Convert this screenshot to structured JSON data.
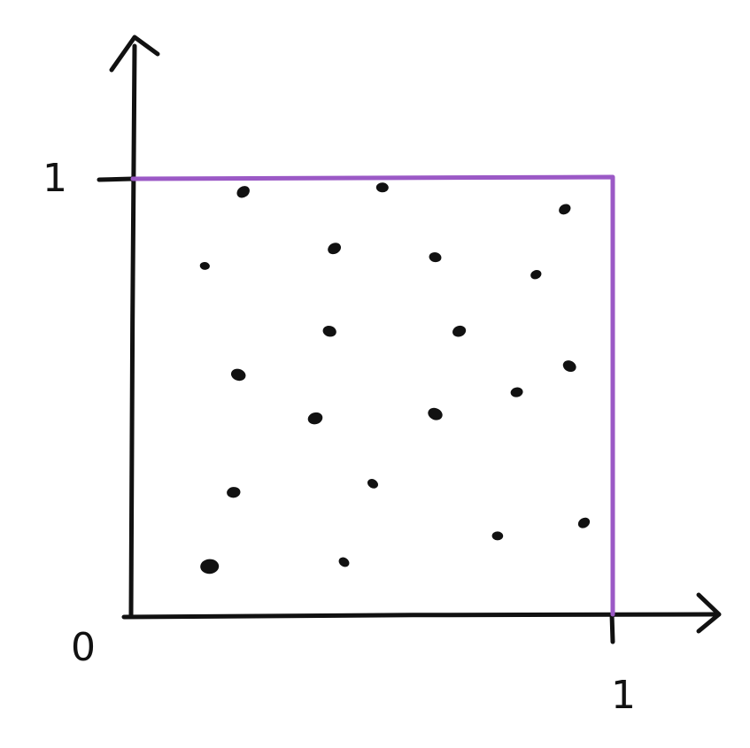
{
  "chart_data": {
    "type": "scatter",
    "title": "",
    "xlabel": "",
    "ylabel": "",
    "xlim": [
      0,
      1
    ],
    "ylim": [
      0,
      1
    ],
    "grid": false,
    "legend": "none",
    "x_tick_labels": {
      "origin": "0",
      "end": "1"
    },
    "y_tick_labels": {
      "end": "1"
    },
    "boundary_color": "#9b59c6",
    "axis_color": "#111111",
    "point_color": "#111111",
    "series": [
      {
        "x": [
          0.23,
          0.52,
          0.9,
          0.15,
          0.42,
          0.63,
          0.84,
          0.41,
          0.68,
          0.22,
          0.38,
          0.63,
          0.8,
          0.91,
          0.21,
          0.5,
          0.16,
          0.44,
          0.76,
          0.94
        ],
        "y": [
          0.97,
          0.98,
          0.93,
          0.8,
          0.84,
          0.82,
          0.78,
          0.65,
          0.65,
          0.55,
          0.45,
          0.46,
          0.51,
          0.57,
          0.28,
          0.3,
          0.11,
          0.12,
          0.18,
          0.21
        ],
        "sizes": [
          1.1,
          1.0,
          1.0,
          0.8,
          1.1,
          1.0,
          0.9,
          1.1,
          1.1,
          1.2,
          1.2,
          1.2,
          1.0,
          1.1,
          1.1,
          0.9,
          1.5,
          0.9,
          0.9,
          1.0
        ]
      }
    ]
  }
}
